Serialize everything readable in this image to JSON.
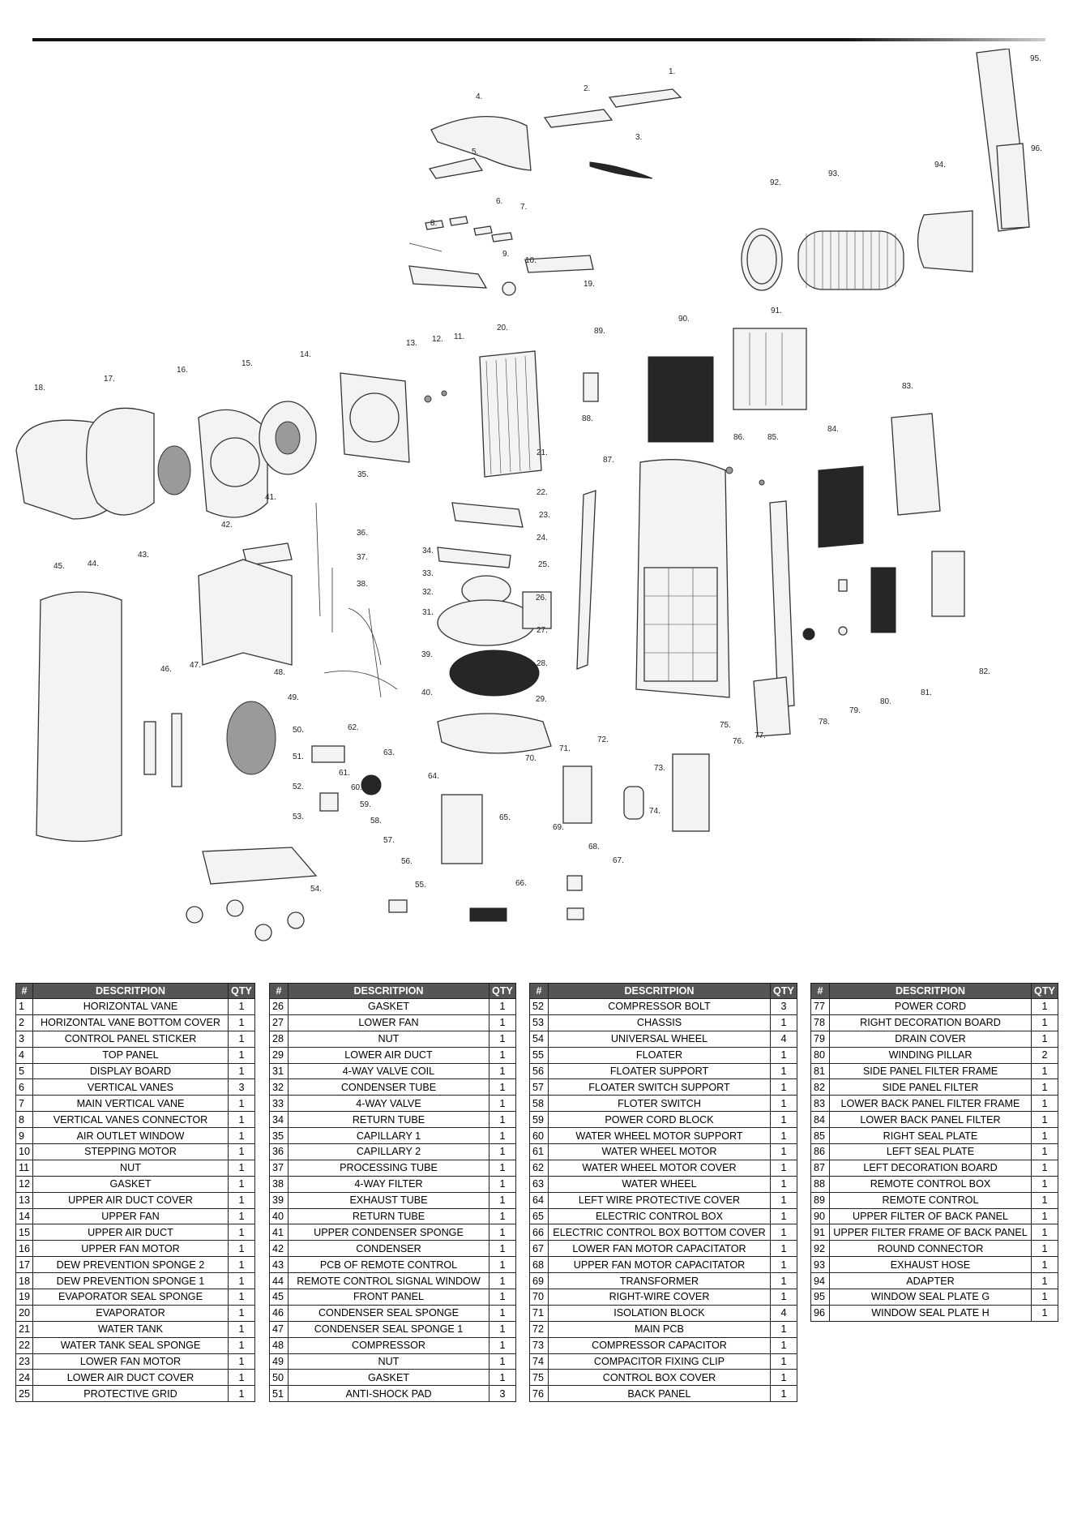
{
  "headers": {
    "num": "#",
    "description": "DESCRITPION",
    "qty": "QTY"
  },
  "tables": [
    [
      [
        "1",
        "HORIZONTAL VANE",
        "1"
      ],
      [
        "2",
        "HORIZONTAL VANE BOTTOM COVER",
        "1"
      ],
      [
        "3",
        "CONTROL PANEL STICKER",
        "1"
      ],
      [
        "4",
        "TOP PANEL",
        "1"
      ],
      [
        "5",
        "DISPLAY BOARD",
        "1"
      ],
      [
        "6",
        "VERTICAL VANES",
        "3"
      ],
      [
        "7",
        "MAIN VERTICAL VANE",
        "1"
      ],
      [
        "8",
        "VERTICAL VANES CONNECTOR",
        "1"
      ],
      [
        "9",
        "AIR OUTLET WINDOW",
        "1"
      ],
      [
        "10",
        "STEPPING MOTOR",
        "1"
      ],
      [
        "11",
        "NUT",
        "1"
      ],
      [
        "12",
        "GASKET",
        "1"
      ],
      [
        "13",
        "UPPER AIR DUCT COVER",
        "1"
      ],
      [
        "14",
        "UPPER FAN",
        "1"
      ],
      [
        "15",
        "UPPER AIR DUCT",
        "1"
      ],
      [
        "16",
        "UPPER FAN MOTOR",
        "1"
      ],
      [
        "17",
        "DEW PREVENTION SPONGE 2",
        "1"
      ],
      [
        "18",
        "DEW PREVENTION SPONGE 1",
        "1"
      ],
      [
        "19",
        "EVAPORATOR SEAL SPONGE",
        "1"
      ],
      [
        "20",
        "EVAPORATOR",
        "1"
      ],
      [
        "21",
        "WATER TANK",
        "1"
      ],
      [
        "22",
        "WATER TANK SEAL SPONGE",
        "1"
      ],
      [
        "23",
        "LOWER FAN MOTOR",
        "1"
      ],
      [
        "24",
        "LOWER AIR DUCT COVER",
        "1"
      ],
      [
        "25",
        "PROTECTIVE GRID",
        "1"
      ]
    ],
    [
      [
        "26",
        "GASKET",
        "1"
      ],
      [
        "27",
        "LOWER FAN",
        "1"
      ],
      [
        "28",
        "NUT",
        "1"
      ],
      [
        "29",
        "LOWER AIR DUCT",
        "1"
      ],
      [
        "31",
        "4-WAY VALVE COIL",
        "1"
      ],
      [
        "32",
        "CONDENSER TUBE",
        "1"
      ],
      [
        "33",
        "4-WAY VALVE",
        "1"
      ],
      [
        "34",
        "RETURN TUBE",
        "1"
      ],
      [
        "35",
        "CAPILLARY 1",
        "1"
      ],
      [
        "36",
        "CAPILLARY 2",
        "1"
      ],
      [
        "37",
        "PROCESSING TUBE",
        "1"
      ],
      [
        "38",
        "4-WAY FILTER",
        "1"
      ],
      [
        "39",
        "EXHAUST TUBE",
        "1"
      ],
      [
        "40",
        "RETURN TUBE",
        "1"
      ],
      [
        "41",
        "UPPER CONDENSER SPONGE",
        "1"
      ],
      [
        "42",
        "CONDENSER",
        "1"
      ],
      [
        "43",
        "PCB OF REMOTE CONTROL",
        "1"
      ],
      [
        "44",
        "REMOTE CONTROL SIGNAL WINDOW",
        "1"
      ],
      [
        "45",
        "FRONT PANEL",
        "1"
      ],
      [
        "46",
        "CONDENSER SEAL SPONGE",
        "1"
      ],
      [
        "47",
        "CONDENSER SEAL SPONGE 1",
        "1"
      ],
      [
        "48",
        "COMPRESSOR",
        "1"
      ],
      [
        "49",
        "NUT",
        "1"
      ],
      [
        "50",
        "GASKET",
        "1"
      ],
      [
        "51",
        "ANTI-SHOCK PAD",
        "3"
      ]
    ],
    [
      [
        "52",
        "COMPRESSOR BOLT",
        "3"
      ],
      [
        "53",
        "CHASSIS",
        "1"
      ],
      [
        "54",
        "UNIVERSAL WHEEL",
        "4"
      ],
      [
        "55",
        "FLOATER",
        "1"
      ],
      [
        "56",
        "FLOATER SUPPORT",
        "1"
      ],
      [
        "57",
        "FLOATER SWITCH SUPPORT",
        "1"
      ],
      [
        "58",
        "FLOTER SWITCH",
        "1"
      ],
      [
        "59",
        "POWER CORD BLOCK",
        "1"
      ],
      [
        "60",
        "WATER WHEEL MOTOR SUPPORT",
        "1"
      ],
      [
        "61",
        "WATER WHEEL MOTOR",
        "1"
      ],
      [
        "62",
        "WATER WHEEL MOTOR COVER",
        "1"
      ],
      [
        "63",
        "WATER WHEEL",
        "1"
      ],
      [
        "64",
        "LEFT WIRE PROTECTIVE COVER",
        "1"
      ],
      [
        "65",
        "ELECTRIC CONTROL BOX",
        "1"
      ],
      [
        "66",
        "ELECTRIC CONTROL BOX BOTTOM COVER",
        "1"
      ],
      [
        "67",
        "LOWER FAN MOTOR CAPACITATOR",
        "1"
      ],
      [
        "68",
        "UPPER FAN MOTOR CAPACITATOR",
        "1"
      ],
      [
        "69",
        "TRANSFORMER",
        "1"
      ],
      [
        "70",
        "RIGHT-WIRE COVER",
        "1"
      ],
      [
        "71",
        "ISOLATION BLOCK",
        "4"
      ],
      [
        "72",
        "MAIN PCB",
        "1"
      ],
      [
        "73",
        "COMPRESSOR CAPACITOR",
        "1"
      ],
      [
        "74",
        "COMPACITOR FIXING CLIP",
        "1"
      ],
      [
        "75",
        "CONTROL BOX COVER",
        "1"
      ],
      [
        "76",
        "BACK PANEL",
        "1"
      ]
    ],
    [
      [
        "77",
        "POWER CORD",
        "1"
      ],
      [
        "78",
        "RIGHT DECORATION BOARD",
        "1"
      ],
      [
        "79",
        "DRAIN COVER",
        "1"
      ],
      [
        "80",
        "WINDING PILLAR",
        "2"
      ],
      [
        "81",
        "SIDE PANEL FILTER FRAME",
        "1"
      ],
      [
        "82",
        "SIDE PANEL FILTER",
        "1"
      ],
      [
        "83",
        "LOWER BACK PANEL FILTER FRAME",
        "1"
      ],
      [
        "84",
        "LOWER BACK PANEL FILTER",
        "1"
      ],
      [
        "85",
        "RIGHT SEAL PLATE",
        "1"
      ],
      [
        "86",
        "LEFT SEAL PLATE",
        "1"
      ],
      [
        "87",
        "LEFT DECORATION BOARD",
        "1"
      ],
      [
        "88",
        "REMOTE CONTROL BOX",
        "1"
      ],
      [
        "89",
        "REMOTE CONTROL",
        "1"
      ],
      [
        "90",
        "UPPER FILTER OF BACK PANEL",
        "1"
      ],
      [
        "91",
        "UPPER FILTER FRAME OF BACK PANEL",
        "1"
      ],
      [
        "92",
        "ROUND CONNECTOR",
        "1"
      ],
      [
        "93",
        "EXHAUST HOSE",
        "1"
      ],
      [
        "94",
        "ADAPTER",
        "1"
      ],
      [
        "95",
        "WINDOW SEAL PLATE G",
        "1"
      ],
      [
        "96",
        "WINDOW SEAL PLATE H",
        "1"
      ]
    ]
  ],
  "callouts": [
    [
      "1.",
      825,
      31
    ],
    [
      "2.",
      720,
      52
    ],
    [
      "3.",
      784,
      112
    ],
    [
      "4.",
      587,
      62
    ],
    [
      "5.",
      582,
      130
    ],
    [
      "6.",
      612,
      191
    ],
    [
      "7.",
      642,
      198
    ],
    [
      "8.",
      531,
      218
    ],
    [
      "9.",
      620,
      256
    ],
    [
      "10.",
      648,
      264
    ],
    [
      "11.",
      560,
      358
    ],
    [
      "12.",
      533,
      361
    ],
    [
      "13.",
      501,
      366
    ],
    [
      "14.",
      370,
      380
    ],
    [
      "15.",
      298,
      391
    ],
    [
      "16.",
      218,
      399
    ],
    [
      "17.",
      128,
      410
    ],
    [
      "18.",
      42,
      421
    ],
    [
      "19.",
      720,
      293
    ],
    [
      "20.",
      613,
      347
    ],
    [
      "21.",
      662,
      501
    ],
    [
      "22.",
      662,
      550
    ],
    [
      "23.",
      665,
      578
    ],
    [
      "24.",
      662,
      606
    ],
    [
      "25.",
      664,
      639
    ],
    [
      "26.",
      661,
      680
    ],
    [
      "27.",
      662,
      720
    ],
    [
      "28.",
      662,
      761
    ],
    [
      "29.",
      661,
      805
    ],
    [
      "31.",
      521,
      698
    ],
    [
      "32.",
      521,
      673
    ],
    [
      "33.",
      521,
      650
    ],
    [
      "34.",
      521,
      622
    ],
    [
      "35.",
      441,
      528
    ],
    [
      "36.",
      440,
      600
    ],
    [
      "37.",
      440,
      630
    ],
    [
      "38.",
      440,
      663
    ],
    [
      "39.",
      520,
      750
    ],
    [
      "40.",
      520,
      797
    ],
    [
      "41.",
      327,
      556
    ],
    [
      "42.",
      273,
      590
    ],
    [
      "43.",
      170,
      627
    ],
    [
      "44.",
      108,
      638
    ],
    [
      "45.",
      66,
      641
    ],
    [
      "46.",
      198,
      768
    ],
    [
      "47.",
      234,
      763
    ],
    [
      "48.",
      338,
      772
    ],
    [
      "49.",
      355,
      803
    ],
    [
      "50.",
      361,
      843
    ],
    [
      "51.",
      361,
      876
    ],
    [
      "52.",
      361,
      913
    ],
    [
      "53.",
      361,
      950
    ],
    [
      "54.",
      383,
      1039
    ],
    [
      "55.",
      512,
      1034
    ],
    [
      "56.",
      495,
      1005
    ],
    [
      "57.",
      473,
      979
    ],
    [
      "58.",
      457,
      955
    ],
    [
      "59.",
      444,
      935
    ],
    [
      "60.",
      433,
      914
    ],
    [
      "61.",
      418,
      896
    ],
    [
      "62.",
      429,
      840
    ],
    [
      "63.",
      473,
      871
    ],
    [
      "64.",
      528,
      900
    ],
    [
      "65.",
      616,
      951
    ],
    [
      "66.",
      636,
      1032
    ],
    [
      "67.",
      756,
      1004
    ],
    [
      "68.",
      726,
      987
    ],
    [
      "69.",
      682,
      963
    ],
    [
      "70.",
      648,
      878
    ],
    [
      "71.",
      690,
      866
    ],
    [
      "72.",
      737,
      855
    ],
    [
      "73.",
      807,
      890
    ],
    [
      "74.",
      801,
      943
    ],
    [
      "75.",
      888,
      837
    ],
    [
      "76.",
      904,
      857
    ],
    [
      "77.",
      931,
      850
    ],
    [
      "78.",
      1010,
      833
    ],
    [
      "79.",
      1048,
      819
    ],
    [
      "80.",
      1086,
      808
    ],
    [
      "81.",
      1136,
      797
    ],
    [
      "82.",
      1208,
      771
    ],
    [
      "83.",
      1113,
      419
    ],
    [
      "84.",
      1021,
      472
    ],
    [
      "85.",
      947,
      482
    ],
    [
      "86.",
      905,
      482
    ],
    [
      "87.",
      744,
      510
    ],
    [
      "88.",
      718,
      459
    ],
    [
      "89.",
      733,
      351
    ],
    [
      "90.",
      837,
      336
    ],
    [
      "91.",
      951,
      326
    ],
    [
      "92.",
      950,
      168
    ],
    [
      "93.",
      1022,
      157
    ],
    [
      "94.",
      1153,
      146
    ],
    [
      "95.",
      1271,
      15
    ],
    [
      "96.",
      1272,
      126
    ]
  ]
}
